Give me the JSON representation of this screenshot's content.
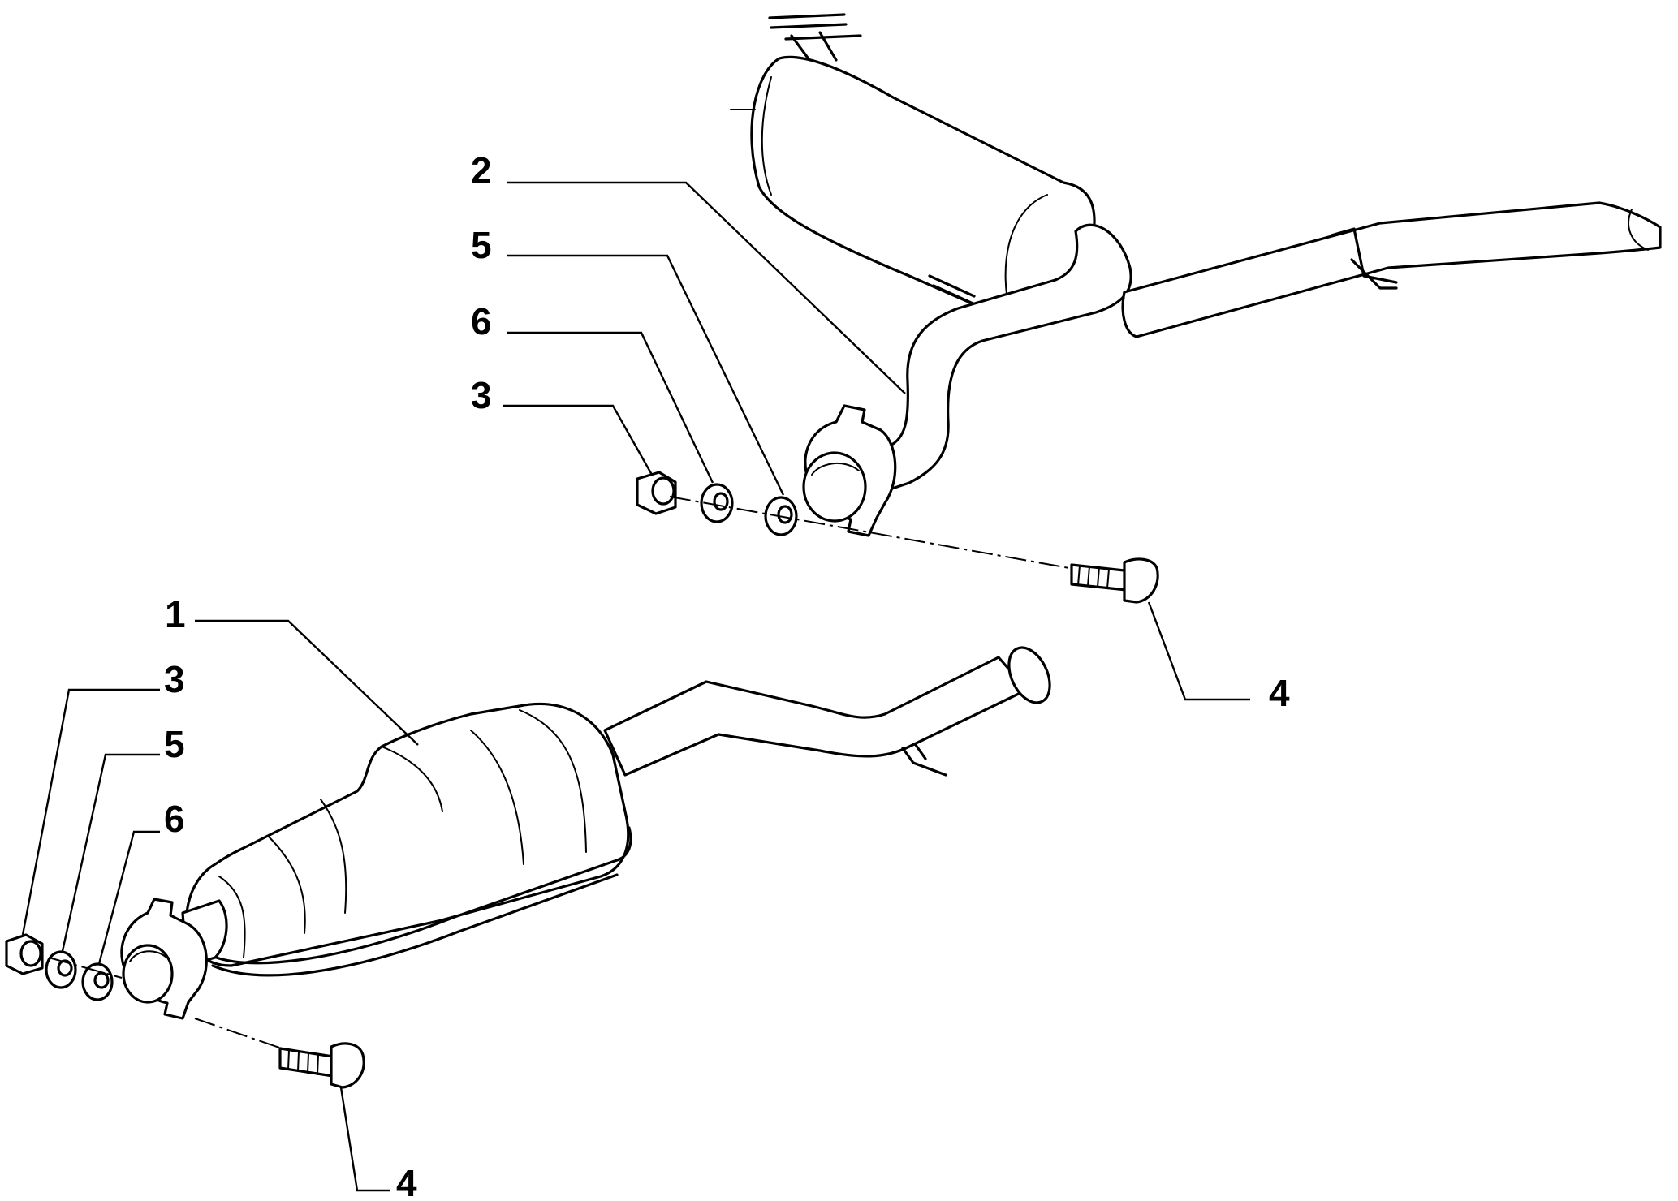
{
  "callouts": {
    "front_muffler": "1",
    "rear_muffler": "2",
    "upper_nut": "3",
    "upper_washer_a": "5",
    "upper_washer_b": "6",
    "upper_bolt": "4",
    "lower_nut": "3",
    "lower_washer_a": "5",
    "lower_washer_b": "6",
    "lower_bolt": "4"
  }
}
